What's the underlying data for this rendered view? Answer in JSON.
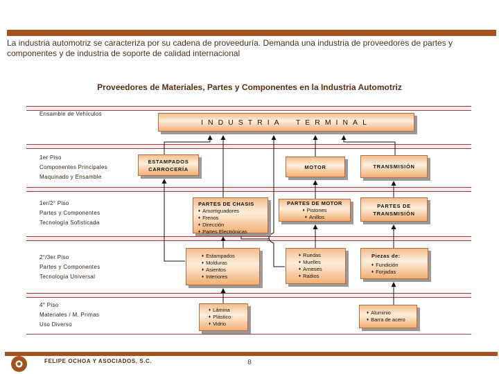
{
  "header": {
    "paragraph": "La industria automotriz se caracteriza por su cadena de proveeduría. Demanda una industria de proveedores de partes y componentes y de industria de soporte de calidad internacional",
    "title": "Proveedores de Materiales, Partes y Componentes en la Industria Automotriz"
  },
  "icons": {
    "bullet": "♦"
  },
  "tiers": [
    {
      "lines": [
        "Ensamble de Vehículos"
      ]
    },
    {
      "lines": [
        "1er Piso",
        "Componentes Principales",
        "Maquinado y Ensamble"
      ]
    },
    {
      "lines": [
        "1er/2° Piso",
        "Partes y Componentes",
        "Tecnología Sofisticada"
      ]
    },
    {
      "lines": [
        "2°/3er Piso",
        "Partes y Componentes",
        "Tecnología Universal"
      ]
    },
    {
      "lines": [
        "4° Piso",
        "Materiales / M. Primas",
        "Uso Diverso"
      ]
    }
  ],
  "diagram": {
    "industria_terminal": {
      "label": "INDUSTRIA TERMINAL"
    },
    "estampados_carroceria": {
      "line1": "ESTAMPADOS",
      "line2": "CARROCERÍA"
    },
    "motor": {
      "label": "MOTOR"
    },
    "transmision": {
      "label": "TRANSMISIÓN"
    },
    "partes_chasis": {
      "title": "PARTES DE CHASIS",
      "items": [
        "Amortiguadores",
        "Frenos",
        "Dirección",
        "Partes Electrónicas"
      ]
    },
    "partes_motor": {
      "title": "PARTES DE MOTOR",
      "items": [
        "Pistones",
        "Anillos"
      ]
    },
    "partes_transmision": {
      "line1": "PARTES DE",
      "line2": "TRANSMISIÓN"
    },
    "estampados_grupo": {
      "items": [
        "Estampados",
        "Molduras",
        "Asientos",
        "Interiores"
      ]
    },
    "ruedas_grupo": {
      "items": [
        "Ruedas",
        "Muelles",
        "Arneses",
        "Radios"
      ]
    },
    "piezas": {
      "title": "Piezas de:",
      "items": [
        "Fundición",
        "Forjadas"
      ]
    },
    "lamina_grupo": {
      "items": [
        "Lámina",
        "Plástico",
        "Vidrio"
      ]
    },
    "aluminio_grupo": {
      "items": [
        "Aluminio",
        "Barra de acero"
      ]
    }
  },
  "footer": {
    "company": "FELIPE OCHOA Y ASOCIADOS, S.C.",
    "page_number": "8"
  },
  "colors": {
    "accent_bar": "#A3541E",
    "separator_line": "#9E3A3A",
    "box_border": "#B56A40",
    "box_shadow": "#999999",
    "title_text": "#5C2D0E"
  }
}
